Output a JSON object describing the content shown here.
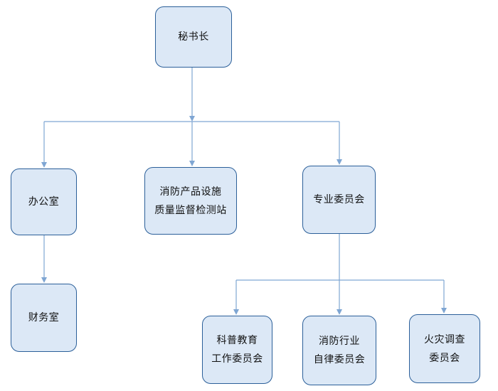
{
  "org_chart": {
    "secretary_general": "秘书长",
    "office": "办公室",
    "testing_station": {
      "line1": "消防产品设施",
      "line2": "质量监督检测站"
    },
    "committee": "专业委员会",
    "finance": "财务室",
    "science_committee": {
      "line1": "科普教育",
      "line2": "工作委员会"
    },
    "self_discipline_committee": {
      "line1": "消防行业",
      "line2": "自律委员会"
    },
    "investigation_committee": {
      "line1": "火灾调查",
      "line2": "委员会"
    }
  },
  "colors": {
    "box_fill": "#dce8f6",
    "box_border": "#2b5f99",
    "connector": "#7fa6d3"
  }
}
